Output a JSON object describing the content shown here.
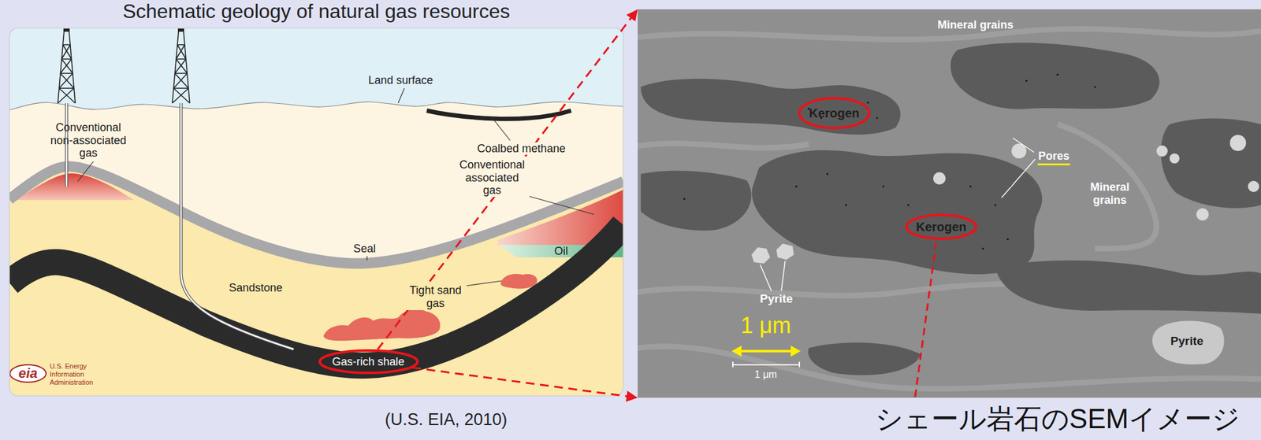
{
  "diagram": {
    "caption": "(U.S. EIA, 2010)",
    "nodes": [
      {
        "text": [
          "Schematic geology of natural gas resources"
        ]
      },
      {
        "text": [
          "Gas-rich shale"
        ],
        "in": 0
      },
      {
        "text": [
          "シェール岩石のSEMイメージ"
        ]
      },
      {
        "text": [
          "Kerogen"
        ],
        "in": 2
      },
      {
        "text": [
          "Kerogen"
        ],
        "in": 2
      }
    ],
    "edges": [
      {
        "from": 1,
        "to": 2,
        "arrow": "to"
      },
      {
        "from": 1,
        "to": 2,
        "arrow": "to"
      }
    ],
    "labels": [
      "Land surface",
      "Conventional non-associated gas",
      "Coalbed methane",
      "Conventional associated gas",
      "Oil",
      "Seal",
      "Sandstone",
      "Tight sand gas",
      "eia",
      "U.S. Energy Information Administration",
      "Mineral grains",
      "Pores",
      "Mineral grains",
      "Pyrite",
      "Pyrite",
      "1 μm",
      "1 μm"
    ]
  }
}
